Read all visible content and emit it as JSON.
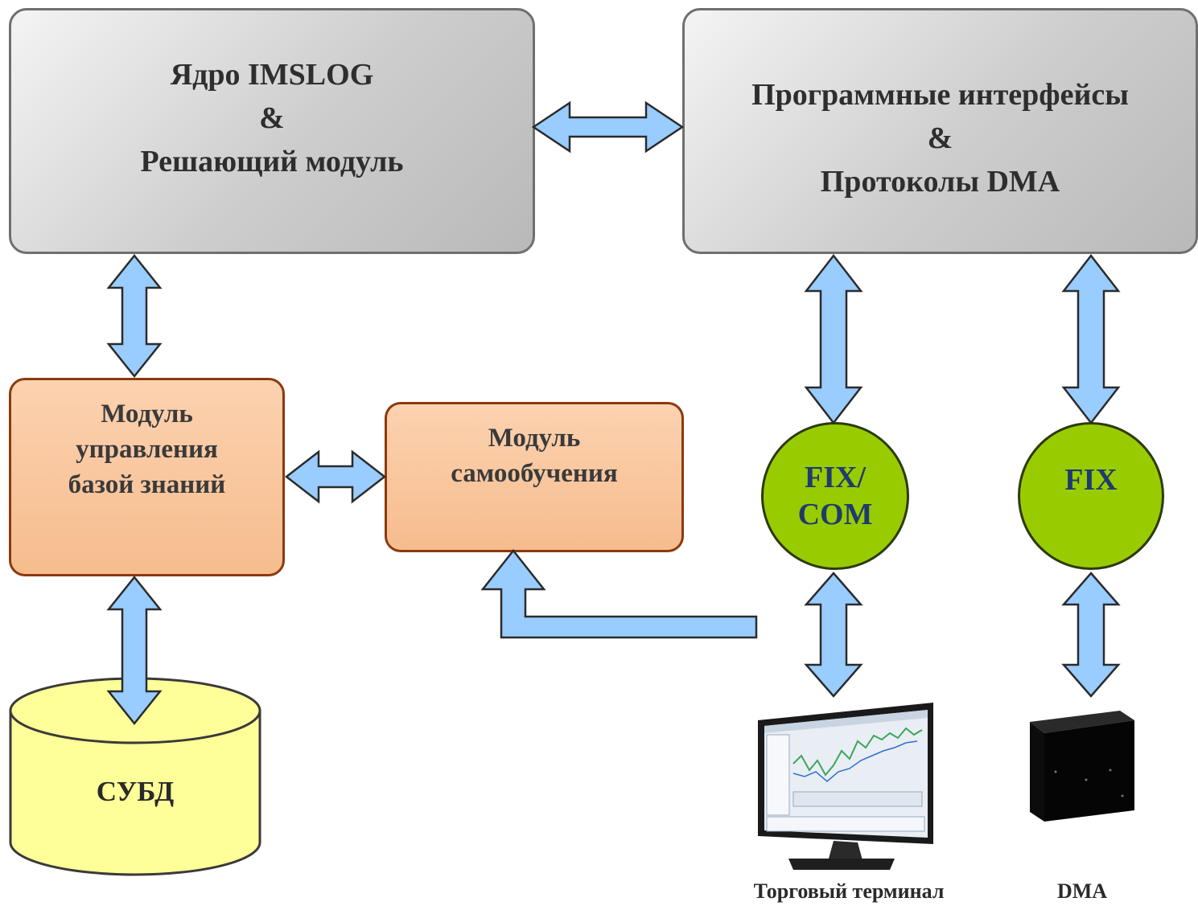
{
  "core": {
    "lines": [
      "Ядро IMSLOG",
      "&",
      "Решающий модуль"
    ]
  },
  "interfaces": {
    "lines": [
      "Программные интерфейсы",
      "&",
      "Протоколы DMA"
    ]
  },
  "kb_module": {
    "lines": [
      "Модуль",
      "управления",
      "базой знаний"
    ]
  },
  "learning_module": {
    "lines": [
      "Модуль",
      "самообучения"
    ]
  },
  "fix_com": {
    "lines": [
      "FIX/",
      "COM"
    ]
  },
  "fix": {
    "label": "FIX"
  },
  "dbms": {
    "label": "СУБД"
  },
  "terminal": {
    "caption": "Торговый терминал"
  },
  "dma": {
    "caption": "DMA"
  },
  "colors": {
    "arrow_fill": "#99ccff",
    "arrow_stroke": "#2b2b2b",
    "circle_fill": "#99cc00",
    "orange_fill": "#f9c59c",
    "dbms_fill": "#ffff99"
  }
}
